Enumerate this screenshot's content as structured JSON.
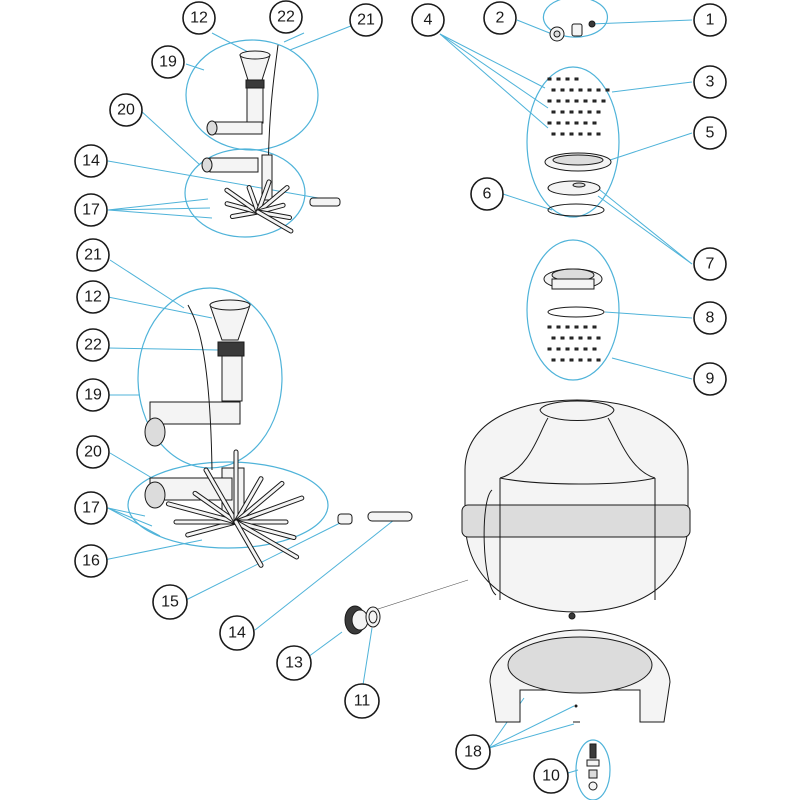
{
  "diagram": {
    "callouts": [
      {
        "id": "c1",
        "label": "1"
      },
      {
        "id": "c2",
        "label": "2"
      },
      {
        "id": "c3",
        "label": "3"
      },
      {
        "id": "c4",
        "label": "4"
      },
      {
        "id": "c5",
        "label": "5"
      },
      {
        "id": "c6",
        "label": "6"
      },
      {
        "id": "c7",
        "label": "7"
      },
      {
        "id": "c8",
        "label": "8"
      },
      {
        "id": "c9",
        "label": "9"
      },
      {
        "id": "c10",
        "label": "10"
      },
      {
        "id": "c11",
        "label": "11"
      },
      {
        "id": "c12a",
        "label": "12"
      },
      {
        "id": "c12b",
        "label": "12"
      },
      {
        "id": "c13",
        "label": "13"
      },
      {
        "id": "c14a",
        "label": "14"
      },
      {
        "id": "c14b",
        "label": "14"
      },
      {
        "id": "c15",
        "label": "15"
      },
      {
        "id": "c16",
        "label": "16"
      },
      {
        "id": "c17a",
        "label": "17"
      },
      {
        "id": "c17b",
        "label": "17"
      },
      {
        "id": "c18",
        "label": "18"
      },
      {
        "id": "c19a",
        "label": "19"
      },
      {
        "id": "c19b",
        "label": "19"
      },
      {
        "id": "c20a",
        "label": "20"
      },
      {
        "id": "c20b",
        "label": "20"
      },
      {
        "id": "c21a",
        "label": "21"
      },
      {
        "id": "c21b",
        "label": "21"
      },
      {
        "id": "c22a",
        "label": "22"
      },
      {
        "id": "c22b",
        "label": "22"
      }
    ]
  },
  "colors": {
    "leader": "#4fb3d9",
    "outline": "#1a1a1a",
    "fill": "#f4f4f4"
  }
}
